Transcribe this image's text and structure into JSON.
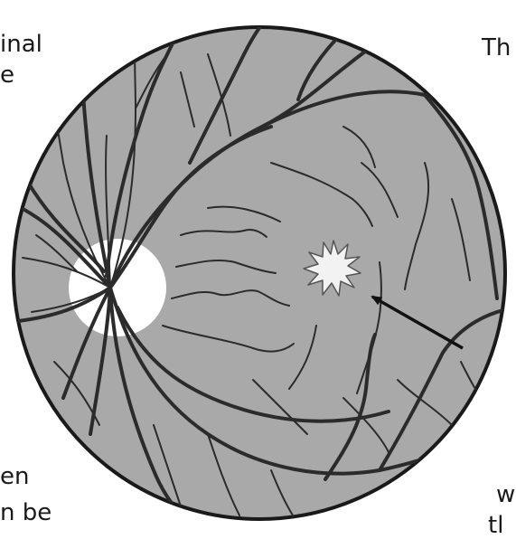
{
  "text_fragments": {
    "top_left_line1": "inal",
    "top_left_line2": "e",
    "top_right": "Th",
    "bottom_left_line1": "en",
    "bottom_left_line2": "n be",
    "bottom_right_line1": "w",
    "bottom_right_line2": "tl"
  },
  "diagram": {
    "subject": "retinal fundus",
    "fundus_color": "#a9a9a9",
    "disc_color": "#ffffff",
    "vessel_color": "#2b2b2b",
    "lesion_color": "#f2f2f2",
    "arrow_color": "#111111",
    "features": [
      "optic-disc",
      "blood-vessels",
      "star-lesion",
      "pointer-arrow"
    ]
  }
}
